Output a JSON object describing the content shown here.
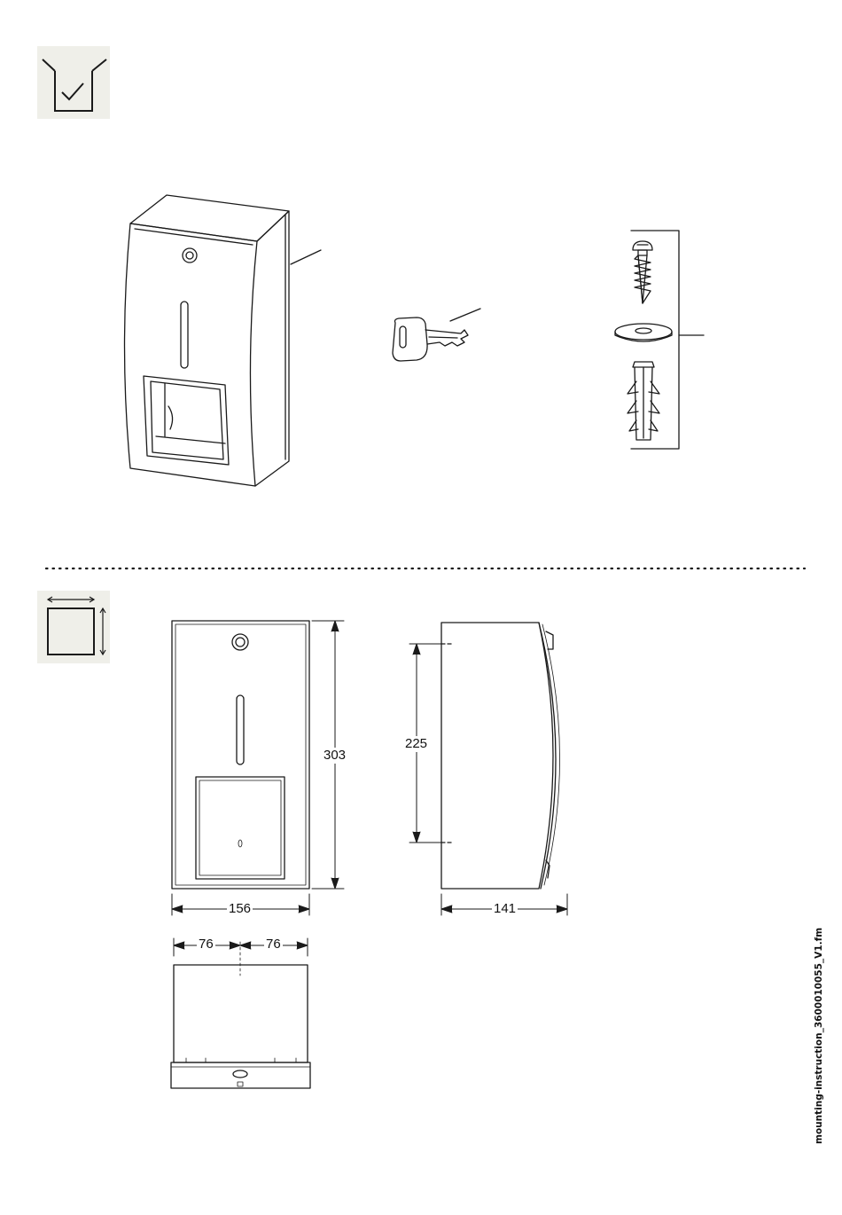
{
  "icons": {
    "scope_of_delivery": "package-check-icon",
    "dimensions": "dimensions-icon"
  },
  "dimensions": {
    "height": "303",
    "width": "156",
    "depth": "141",
    "fixing_distance": "225",
    "half_width_left": "76",
    "half_width_right": "76"
  },
  "footer": {
    "file_name": "mounting-instruction_3600010055_V1.fm"
  },
  "colors": {
    "icon_background": "#efefe9",
    "line": "#1a1a1a"
  }
}
